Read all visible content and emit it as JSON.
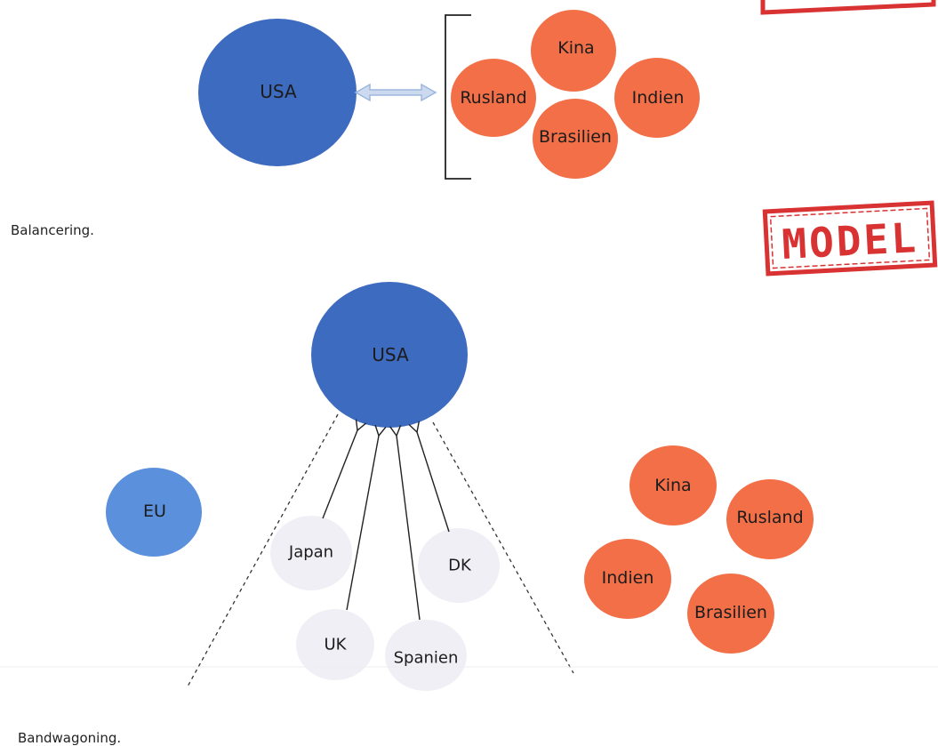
{
  "balancing": {
    "hub": "USA",
    "group": [
      "Kina",
      "Rusland",
      "Indien",
      "Brasilien"
    ],
    "caption": "Balancering."
  },
  "bandwagoning": {
    "hub": "USA",
    "eu": "EU",
    "followers": [
      "Japan",
      "DK",
      "UK",
      "Spanien"
    ],
    "others": [
      "Kina",
      "Rusland",
      "Indien",
      "Brasilien"
    ],
    "caption": "Bandwagoning."
  },
  "stamp": "MODEL",
  "colors": {
    "usa_blue": "#3d6bbf",
    "eu_blue": "#5a90dc",
    "orange": "#f26f47",
    "pale": "#f1eff6",
    "arrow_blue": "#9db7df",
    "stamp_red": "#d93232"
  }
}
